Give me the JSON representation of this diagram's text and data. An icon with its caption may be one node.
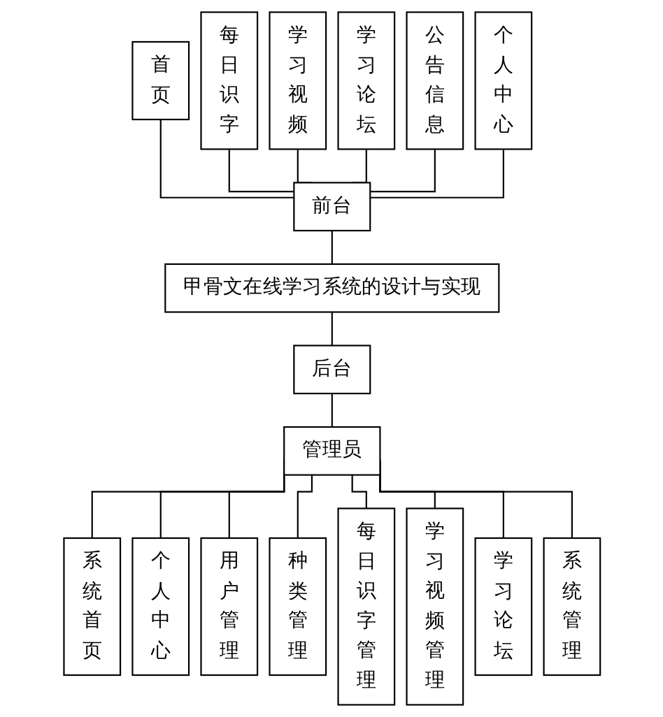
{
  "diagram": {
    "nodes": [
      {
        "text": [
          "首页"
        ]
      },
      {
        "text": [
          "每日识字"
        ]
      },
      {
        "text": [
          "学习视频"
        ]
      },
      {
        "text": [
          "学习论坛"
        ]
      },
      {
        "text": [
          "公告信息"
        ]
      },
      {
        "text": [
          "个人中心"
        ]
      },
      {
        "text": [
          "前台"
        ]
      },
      {
        "text": [
          "甲骨文在线学习系统的设计与实现"
        ]
      },
      {
        "text": [
          "后台"
        ]
      },
      {
        "text": [
          "管理员"
        ]
      },
      {
        "text": [
          "系统首页"
        ]
      },
      {
        "text": [
          "个人中心"
        ]
      },
      {
        "text": [
          "用户管理"
        ]
      },
      {
        "text": [
          "种类管理"
        ]
      },
      {
        "text": [
          "每日识字管理"
        ]
      },
      {
        "text": [
          "学习视频管理"
        ]
      },
      {
        "text": [
          "学习论坛"
        ]
      },
      {
        "text": [
          "系统管理"
        ]
      }
    ],
    "edges": [
      {
        "from": 0,
        "to": 6,
        "arrow": "none"
      },
      {
        "from": 1,
        "to": 6,
        "arrow": "none"
      },
      {
        "from": 2,
        "to": 6,
        "arrow": "none"
      },
      {
        "from": 3,
        "to": 6,
        "arrow": "none"
      },
      {
        "from": 4,
        "to": 6,
        "arrow": "none"
      },
      {
        "from": 5,
        "to": 6,
        "arrow": "none"
      },
      {
        "from": 6,
        "to": 7,
        "arrow": "none"
      },
      {
        "from": 7,
        "to": 8,
        "arrow": "none"
      },
      {
        "from": 8,
        "to": 9,
        "arrow": "none"
      },
      {
        "from": 9,
        "to": 10,
        "arrow": "none"
      },
      {
        "from": 9,
        "to": 11,
        "arrow": "none"
      },
      {
        "from": 9,
        "to": 12,
        "arrow": "none"
      },
      {
        "from": 9,
        "to": 13,
        "arrow": "none"
      },
      {
        "from": 9,
        "to": 14,
        "arrow": "none"
      },
      {
        "from": 9,
        "to": 15,
        "arrow": "none"
      },
      {
        "from": 9,
        "to": 16,
        "arrow": "none"
      },
      {
        "from": 9,
        "to": 17,
        "arrow": "none"
      }
    ]
  }
}
